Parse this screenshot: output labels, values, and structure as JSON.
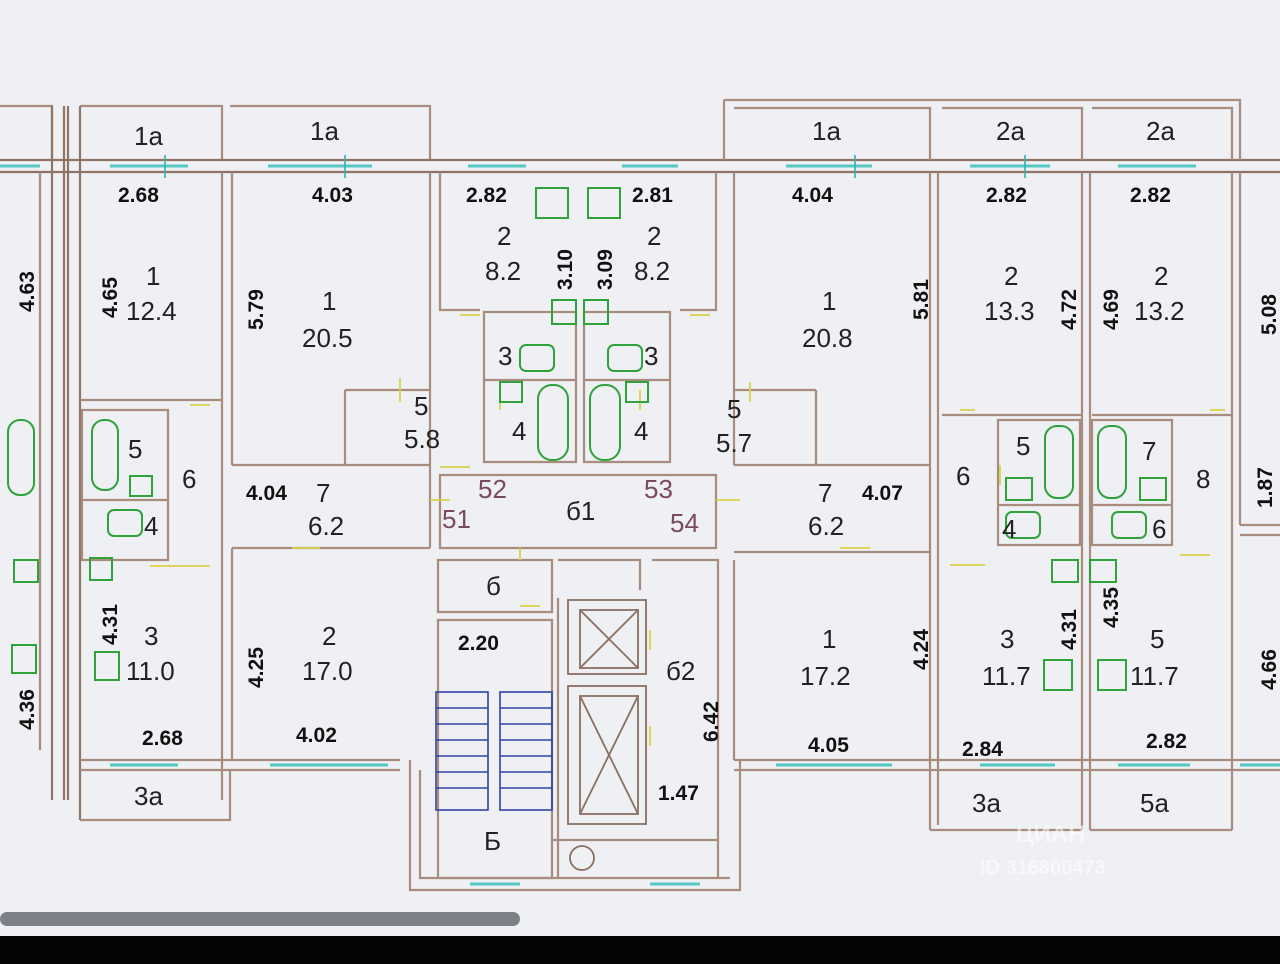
{
  "plan": {
    "room_labels": {
      "b1a": "1a",
      "b2a": "1a",
      "b3a": "1a",
      "b4a": "2a",
      "b5a": "2a",
      "bl3a": "3a",
      "br3a": "3a",
      "br5a": "5a",
      "r1n": "1",
      "r1a": "12.4",
      "r2n": "1",
      "r2a": "20.5",
      "r3n": "2",
      "r3a": "8.2",
      "r4n": "2",
      "r4a": "8.2",
      "r5n": "1",
      "r5a": "20.8",
      "r6n": "2",
      "r6a": "13.3",
      "r7n": "2",
      "r7a": "13.2",
      "r8n": "5",
      "r8a": "5.8",
      "r9n": "5",
      "r9a": "5.7",
      "t3l": "3",
      "t3r": "3",
      "t4l": "4",
      "t4r": "4",
      "r10n": "7",
      "r10a": "6.2",
      "r11n": "7",
      "r11a": "6.2",
      "r12n": "2",
      "r12a": "17.0",
      "r13n": "1",
      "r13a": "17.2",
      "r14n": "3",
      "r14a": "11.0",
      "r15n": "3",
      "r15a": "11.7",
      "r16n": "5",
      "r16a": "11.7",
      "lb5": "5",
      "lb4": "4",
      "lb6": "6",
      "rb5": "5",
      "rb4": "4",
      "rb6a": "6",
      "rc7": "7",
      "rc6": "6",
      "rc8": "8",
      "h61": "б1",
      "h62": "б2",
      "h6": "б",
      "hB": "Б",
      "d51": "51",
      "d52": "52",
      "d53": "53",
      "d54": "54"
    },
    "dimensions": {
      "d268t": "2.68",
      "d403t": "4.03",
      "d282t": "2.82",
      "d281t": "2.81",
      "d404t": "4.04",
      "d282t2": "2.82",
      "d282t3": "2.82",
      "v463": "4.63",
      "v465": "4.65",
      "v579": "5.79",
      "v310": "3.10",
      "v309": "3.09",
      "v581": "5.81",
      "v472": "4.72",
      "v469": "4.69",
      "v508": "5.08",
      "h404m": "4.04",
      "h407m": "4.07",
      "v187": "1.87",
      "v431l": "4.31",
      "v425": "4.25",
      "h220": "2.20",
      "v642": "6.42",
      "h147": "1.47",
      "v424": "4.24",
      "v431r": "4.31",
      "v435": "4.35",
      "v466": "4.66",
      "v436": "4.36",
      "h268b": "2.68",
      "h402b": "4.02",
      "h405b": "4.05",
      "h284b": "2.84",
      "h282b": "2.82"
    },
    "watermark": {
      "brand": "ЦИАН",
      "id": "ID 316800473"
    }
  },
  "colors": {
    "wall": "#a98c7e",
    "window": "#57c7c4",
    "door": "#d9d24a",
    "fixture": "#2fa23c",
    "stair": "#3242a8",
    "background": "#eef0f3"
  }
}
